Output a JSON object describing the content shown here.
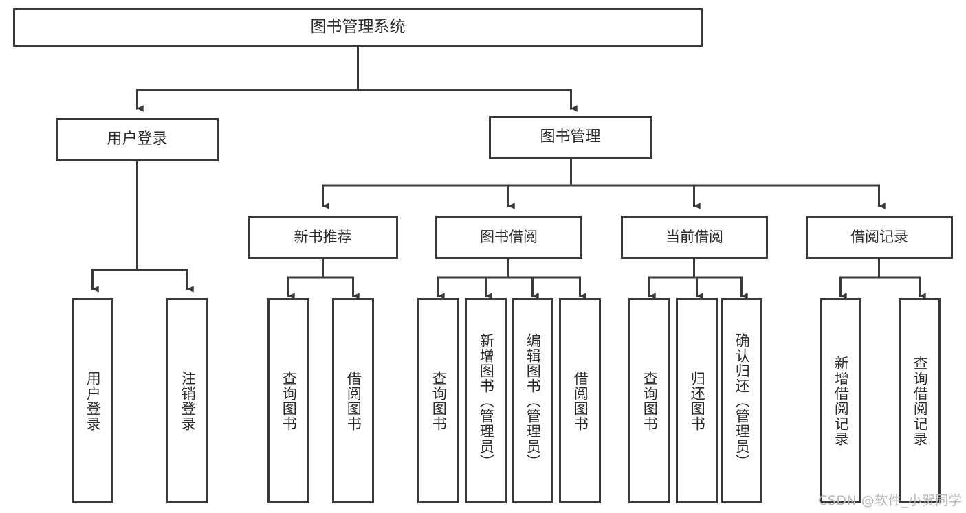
{
  "diagram": {
    "type": "tree",
    "title": "图书管理系统",
    "root": {
      "label": "图书管理系统"
    },
    "level1": [
      {
        "label": "用户登录"
      },
      {
        "label": "图书管理"
      }
    ],
    "level2": [
      {
        "label": "新书推荐"
      },
      {
        "label": "图书借阅"
      },
      {
        "label": "当前借阅"
      },
      {
        "label": "借阅记录"
      }
    ],
    "leaves": {
      "user_login": [
        {
          "label": "用户登录"
        },
        {
          "label": "注销登录"
        }
      ],
      "new_book_recommend": [
        {
          "label": "查询图书"
        },
        {
          "label": "借阅图书"
        }
      ],
      "book_borrow": [
        {
          "label": "查询图书"
        },
        {
          "label": "新增图书（管理员）"
        },
        {
          "label": "编辑图书（管理员）"
        },
        {
          "label": "借阅图书"
        }
      ],
      "current_borrow": [
        {
          "label": "查询图书"
        },
        {
          "label": "归还图书"
        },
        {
          "label": "确认归还（管理员）"
        }
      ],
      "borrow_record": [
        {
          "label": "新增借阅记录"
        },
        {
          "label": "查询借阅记录"
        }
      ]
    },
    "colors": {
      "stroke": "#3a3a3a",
      "text": "#2b2b2b",
      "background": "#ffffff",
      "watermark": "#b9b9b9"
    }
  },
  "watermark": {
    "text": "CSDN @软件_小贺同学"
  }
}
